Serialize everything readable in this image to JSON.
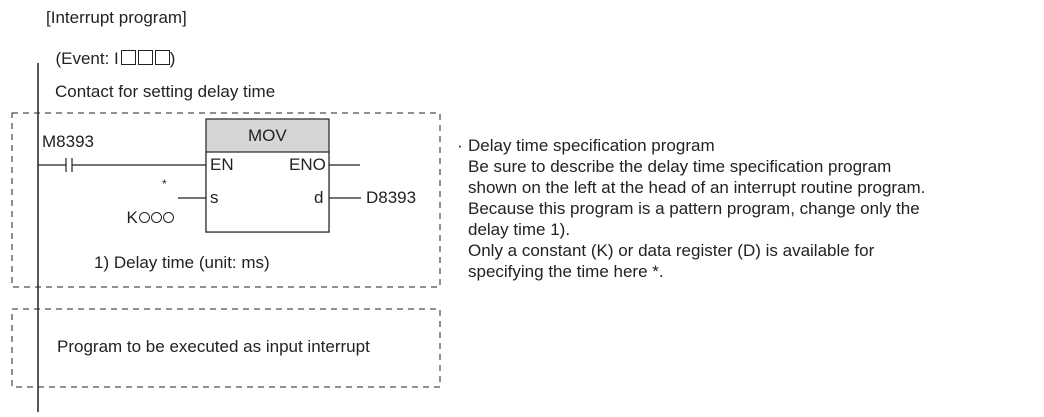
{
  "header": {
    "title": "[Interrupt program]",
    "event_prefix": "(Event: I",
    "event_suffix": ")"
  },
  "ladder": {
    "contact_label": "Contact for setting delay time",
    "device": "M8393",
    "instruction": "MOV",
    "pin_en": "EN",
    "pin_eno": "ENO",
    "pin_s": "s",
    "pin_d": "d",
    "constant_prefix": "K",
    "constant_mark": "*",
    "destination": "D8393",
    "delay_note": "1) Delay time (unit: ms)",
    "program_box": "Program to be executed as input interrupt"
  },
  "description": {
    "bullet": "·",
    "heading": "Delay time specification program",
    "lines": [
      "Be sure to describe the delay time specification program",
      "shown on the left at the head of an interrupt routine program.",
      "Because this program is a pattern program, change only the",
      "delay time 1).",
      "Only a constant (K) or data register (D) is available for",
      "specifying the time here *."
    ]
  }
}
